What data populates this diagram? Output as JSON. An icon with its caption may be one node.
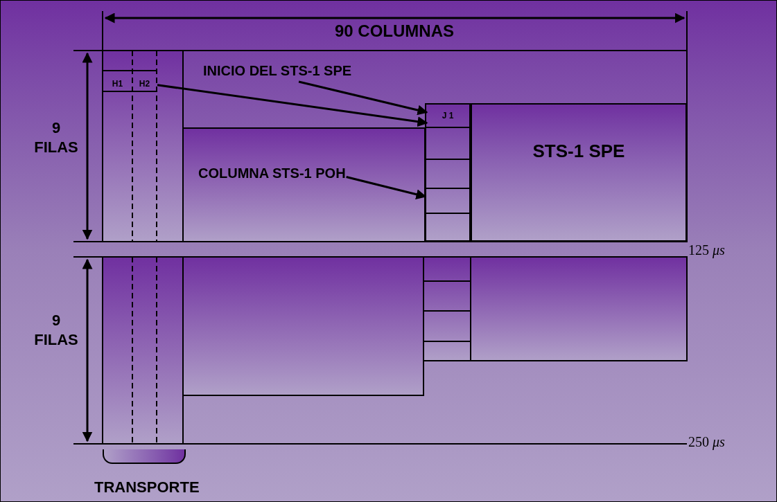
{
  "diagram": {
    "nodes": [
      {
        "text": [
          "INICIO DEL STS-1 SPE"
        ]
      },
      {
        "text": [
          "H1"
        ]
      },
      {
        "text": [
          "H2"
        ]
      },
      {
        "text": [],
        "shape": "box"
      },
      {
        "text": [
          "J 1"
        ],
        "in": 3
      },
      {
        "text": [
          "STS-1 SPE"
        ]
      },
      {
        "text": [
          "COLUMNA STS-1 POH"
        ]
      },
      {
        "text": [],
        "shape": "bar",
        "beside": [
          "TRANSPORTE"
        ]
      }
    ],
    "edges": [
      {
        "from": 0,
        "to": 4,
        "arrow": "to"
      },
      {
        "from": 2,
        "to": 4,
        "arrow": "to"
      },
      {
        "from": 6,
        "to": 3,
        "arrow": "to"
      }
    ],
    "labels": [
      "90 COLUMNAS",
      "9 FILAS",
      "125 *μs*",
      "9 FILAS",
      "250 *μs*"
    ]
  }
}
